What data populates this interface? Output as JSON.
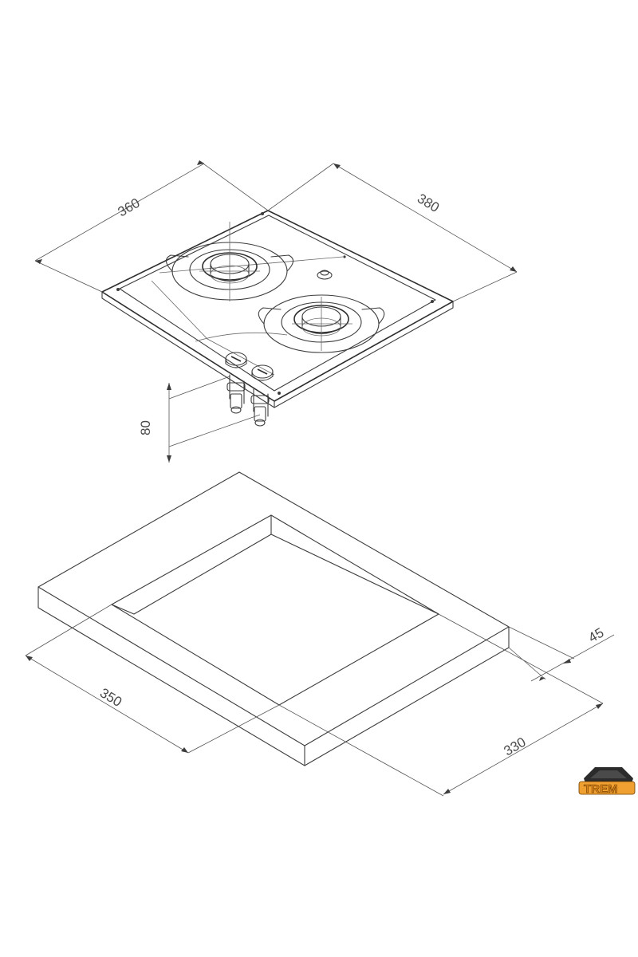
{
  "dimensions": {
    "hob_width": "360",
    "hob_depth": "380",
    "hob_height": "80",
    "cutout_width": "350",
    "cutout_depth": "330",
    "counter_thickness": "45"
  },
  "logo": {
    "text": "TREM",
    "icon": "trem-logo-icon"
  },
  "colors": {
    "line": "#3c3c3c",
    "logo_orange": "#e08a1e",
    "logo_dark": "#2b2b2b"
  }
}
